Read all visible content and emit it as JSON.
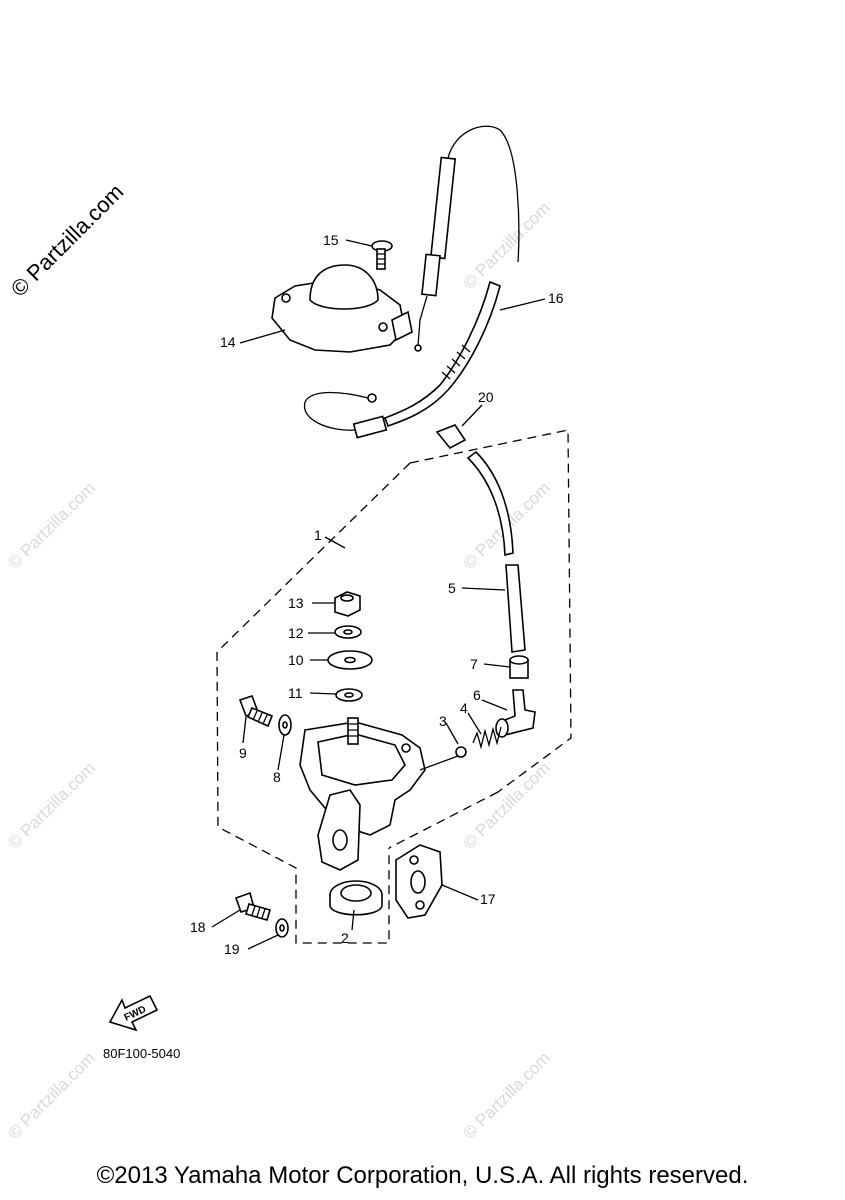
{
  "watermark_main": "© Partzilla.com",
  "watermark_faint": "© Partzilla.com",
  "diagram_code": "80F100-5040",
  "fwd_label": "FWD",
  "copyright": "©2013 Yamaha Motor Corporation, U.S.A. All rights reserved.",
  "callouts": {
    "c1": "1",
    "c2": "2",
    "c3": "3",
    "c4": "4",
    "c5": "5",
    "c6": "6",
    "c7": "7",
    "c8": "8",
    "c9": "9",
    "c10": "10",
    "c11": "11",
    "c12": "12",
    "c13": "13",
    "c14": "14",
    "c15": "15",
    "c16": "16",
    "c17": "17",
    "c18": "18",
    "c19": "19",
    "c20": "20"
  }
}
